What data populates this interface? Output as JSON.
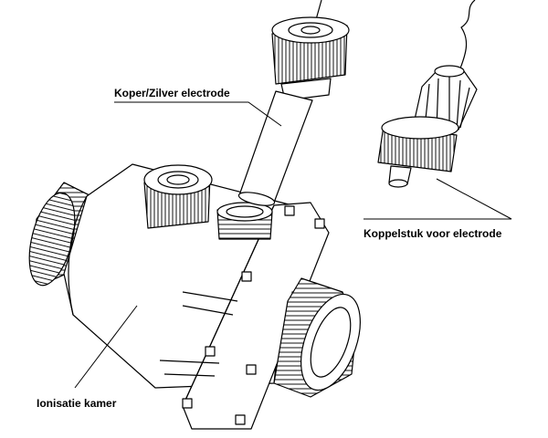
{
  "labels": {
    "electrode": "Koper/Zilver electrode",
    "coupler": "Koppelstuk voor electrode",
    "chamber": "Ionisatie kamer"
  },
  "colors": {
    "line": "#000000",
    "fill": "#ffffff",
    "hatch": "#333333"
  }
}
